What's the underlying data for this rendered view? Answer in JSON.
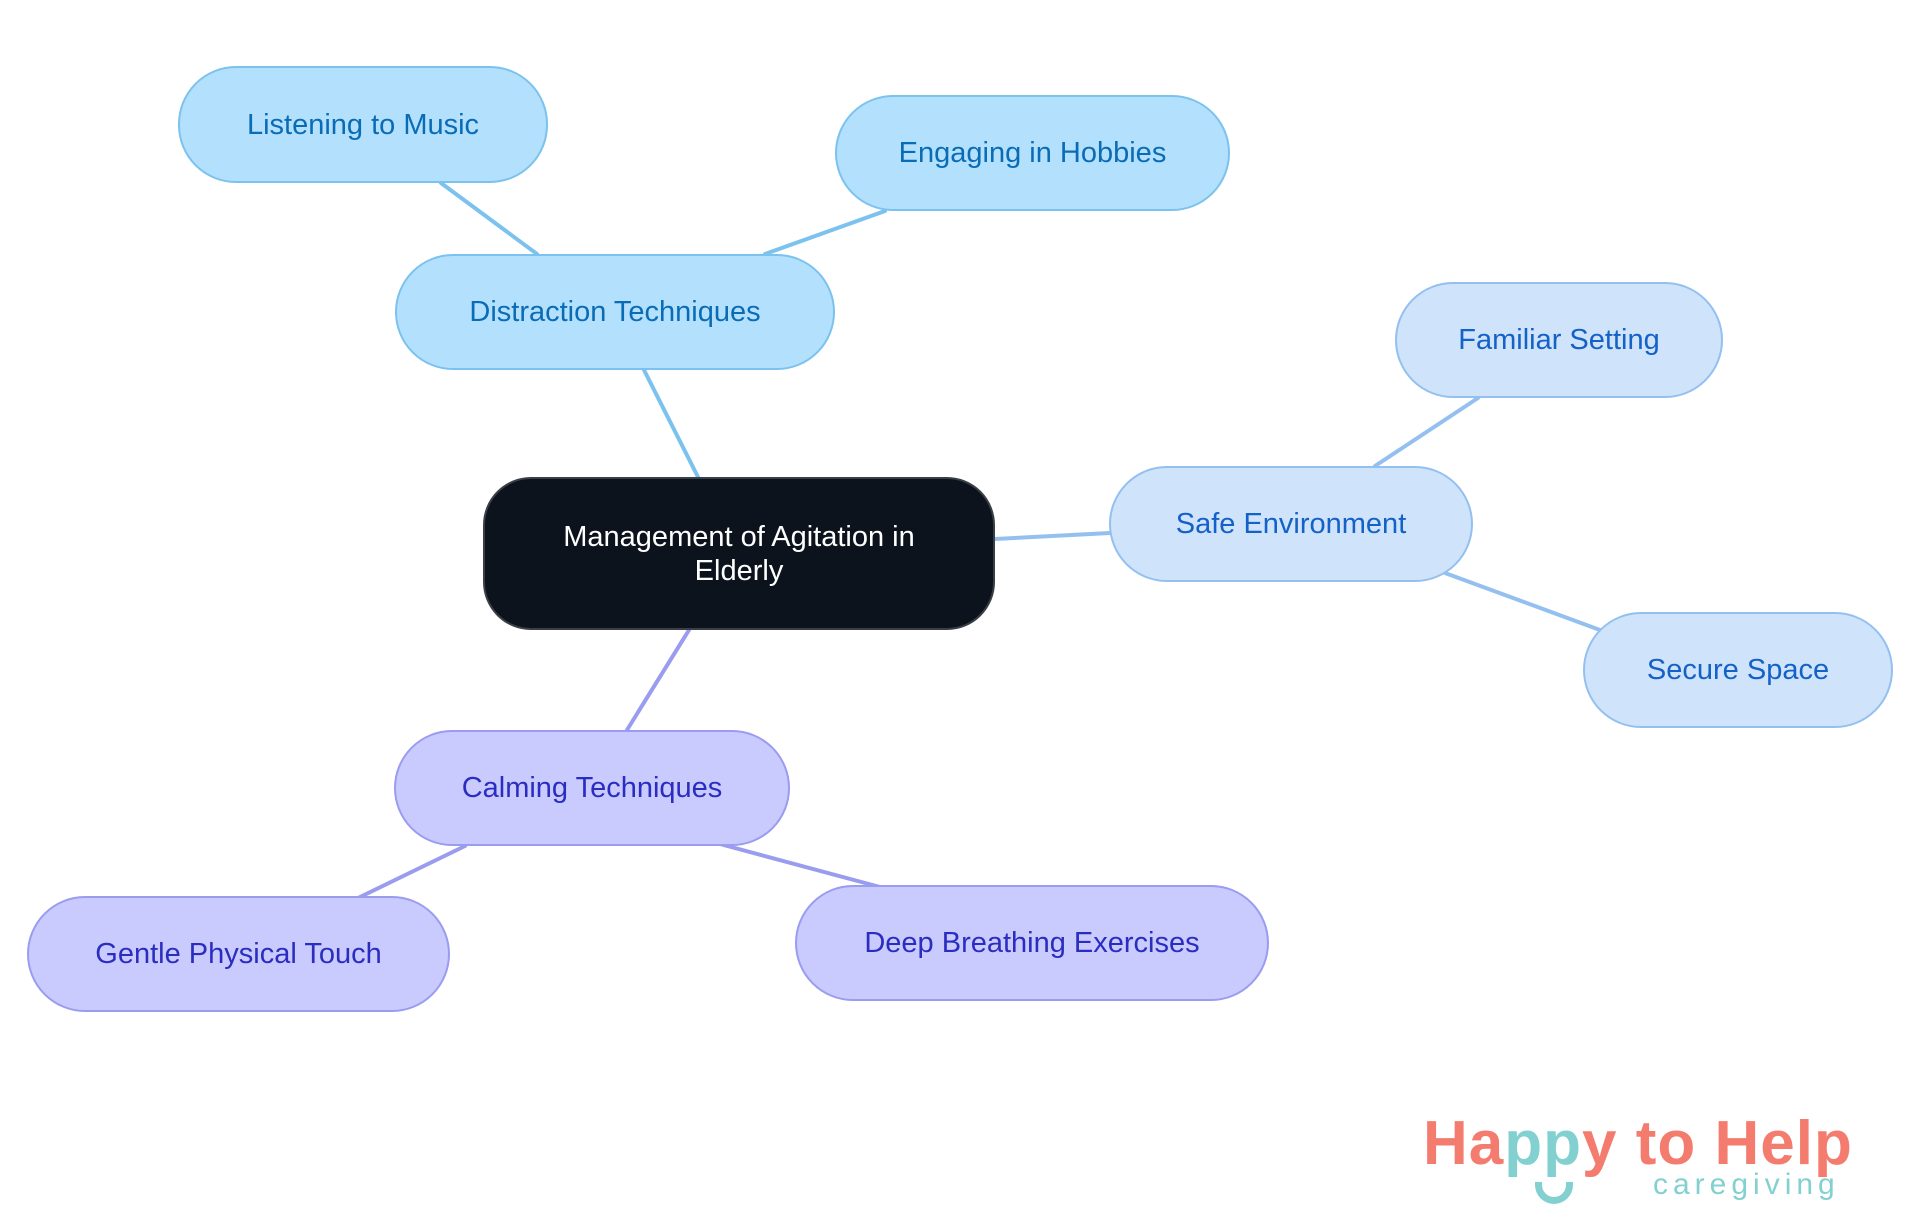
{
  "diagram": {
    "root": {
      "label": "Management of Agitation in Elderly"
    },
    "branches": [
      {
        "label": "Distraction Techniques",
        "color": "#b3e0fd",
        "children": [
          {
            "label": "Listening to Music"
          },
          {
            "label": "Engaging in Hobbies"
          }
        ]
      },
      {
        "label": "Safe Environment",
        "color": "#cfe3fb",
        "children": [
          {
            "label": "Familiar Setting"
          },
          {
            "label": "Secure Space"
          }
        ]
      },
      {
        "label": "Calming Techniques",
        "color": "#c9cafd",
        "children": [
          {
            "label": "Gentle Physical Touch"
          },
          {
            "label": "Deep Breathing Exercises"
          }
        ]
      }
    ],
    "edge_colors": {
      "distraction": "#7cc2ee",
      "safe": "#94c0f0",
      "calming": "#9a9cf0"
    }
  },
  "logo": {
    "part1": "Ha",
    "part2": "pp",
    "part3": "y to Help",
    "subtitle": "caregiving",
    "primary_color": "#f47c6e",
    "secondary_color": "#82d1d0"
  }
}
